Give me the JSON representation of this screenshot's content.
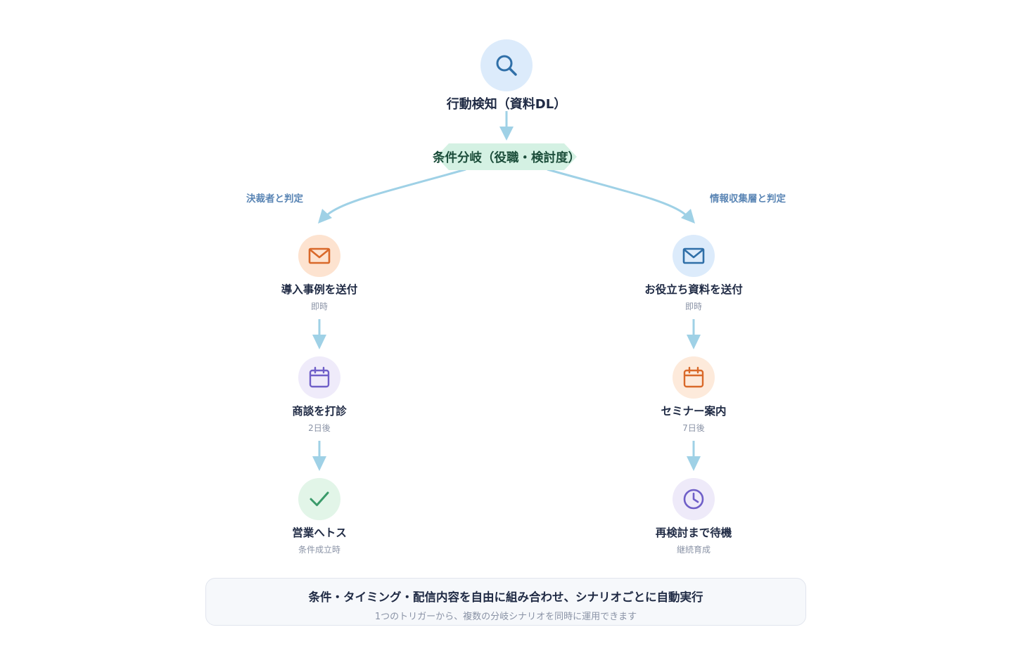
{
  "trigger": {
    "title": "行動検知（資料DL）",
    "icon": "search-icon"
  },
  "condition": {
    "label": "条件分岐（役職・検討度）"
  },
  "branches": {
    "left": {
      "label": "決裁者と判定",
      "steps": [
        {
          "title": "導入事例を送付",
          "sub": "即時",
          "icon": "mail-icon",
          "color": "#d9692a"
        },
        {
          "title": "商談を打診",
          "sub": "2日後",
          "icon": "calendar-icon",
          "color": "#6f5fc8"
        },
        {
          "title": "営業へトス",
          "sub": "条件成立時",
          "icon": "check-icon",
          "color": "#3a9a6a"
        }
      ]
    },
    "right": {
      "label": "情報収集層と判定",
      "steps": [
        {
          "title": "お役立ち資料を送付",
          "sub": "即時",
          "icon": "mail-icon",
          "color": "#2f6fa8"
        },
        {
          "title": "セミナー案内",
          "sub": "7日後",
          "icon": "calendar-icon",
          "color": "#d9692a"
        },
        {
          "title": "再検討まで待機",
          "sub": "継続育成",
          "icon": "clock-icon",
          "color": "#6f5fc8"
        }
      ]
    }
  },
  "summary": {
    "title": "条件・タイミング・配信内容を自由に組み合わせ、シナリオごとに自動実行",
    "sub": "1つのトリガーから、複数の分岐シナリオを同時に運用できます"
  },
  "colors": {
    "arrow": "#9fd1e6",
    "branch_label": "#5b86b5",
    "condition_bg": "#d4f1e3"
  }
}
